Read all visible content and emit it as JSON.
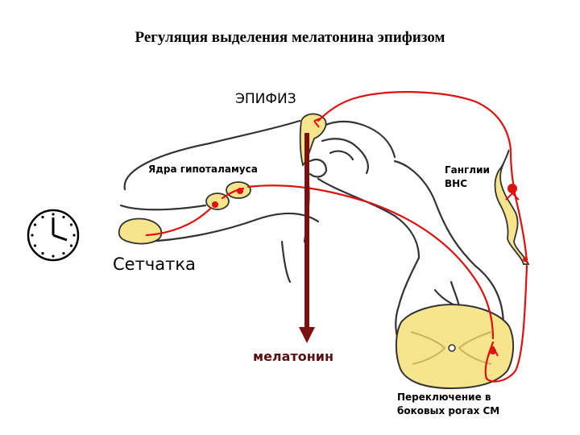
{
  "title": "Регуляция выделения мелатонина эпифизом",
  "labels": {
    "pineal": "ЭПИФИЗ",
    "hypothalamic_nuclei": "Ядра гипоталамуса",
    "ans_ganglia_line1": "Ганглии",
    "ans_ganglia_line2": "ВНС",
    "retina": "Сетчатка",
    "melatonin": "мелатонин",
    "switching_line1": "Переключение в",
    "switching_line2": "боковых рогах СМ"
  },
  "colors": {
    "pathway": "#e01010",
    "melatonin_arrow": "#7a1010",
    "nucleus_fill": "#f6e58c",
    "outline": "#333333"
  },
  "icons": [
    "clock-icon"
  ]
}
